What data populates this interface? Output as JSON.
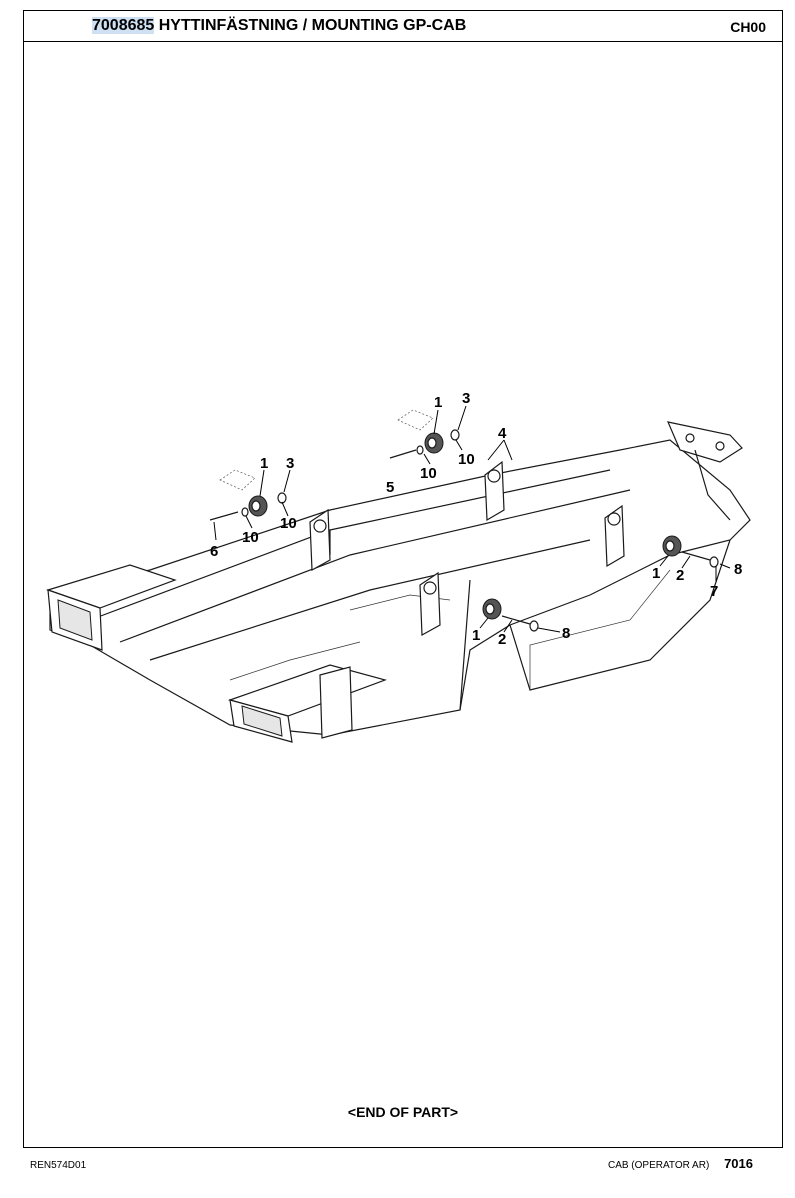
{
  "header": {
    "part_number": "7008685",
    "title": "HYTTINFÄSTNING / MOUNTING GP-CAB",
    "chapter": "CH00"
  },
  "diagram": {
    "callouts": [
      "1",
      "3",
      "10",
      "10",
      "5",
      "4",
      "1",
      "3",
      "10",
      "10",
      "6",
      "1",
      "2",
      "7",
      "8",
      "1",
      "2",
      "8"
    ]
  },
  "end_of_part": "<END OF PART>",
  "footer": {
    "doc_code": "REN574D01",
    "section": "CAB (OPERATOR AR)",
    "page": "7016"
  },
  "colors": {
    "highlight": "#cfe0f3",
    "border": "#000000"
  }
}
